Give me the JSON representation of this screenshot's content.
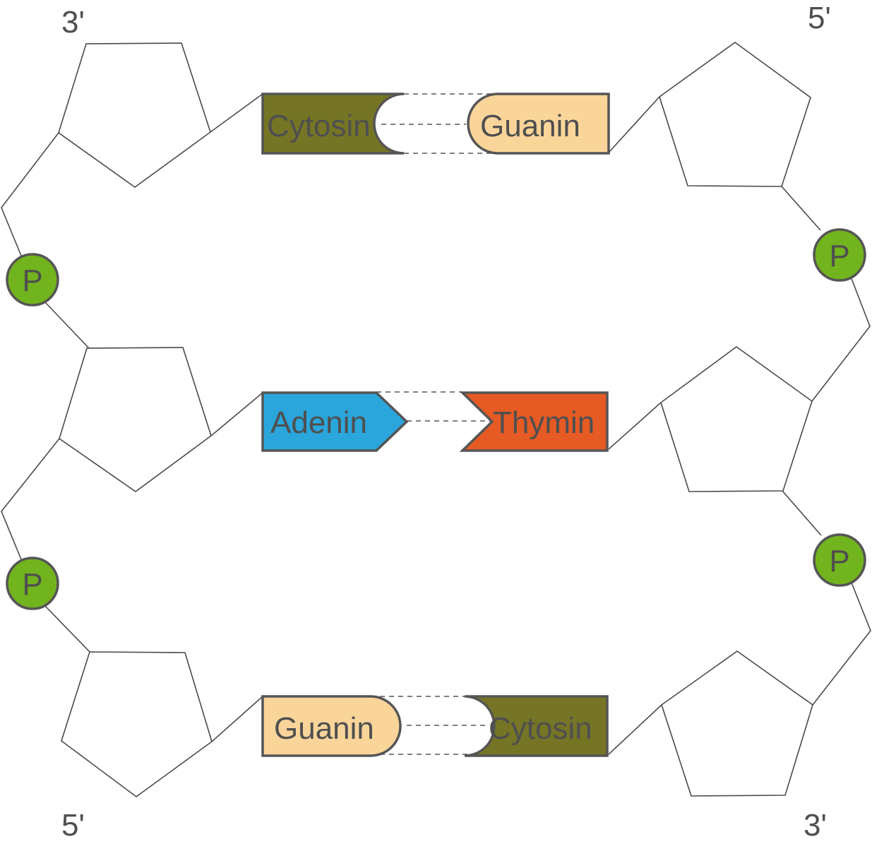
{
  "end_labels": {
    "top_left": "3'",
    "top_right": "5'",
    "bottom_left": "5'",
    "bottom_right": "3'"
  },
  "phosphate_label": "P",
  "pairs": [
    {
      "left": {
        "name": "Cytosin",
        "color": "#757525"
      },
      "right": {
        "name": "Guanin",
        "color": "#fad59a"
      }
    },
    {
      "left": {
        "name": "Adenin",
        "color": "#2aa6dc"
      },
      "right": {
        "name": "Thymin",
        "color": "#e65a24"
      }
    },
    {
      "left": {
        "name": "Guanin",
        "color": "#fad59a"
      },
      "right": {
        "name": "Cytosin",
        "color": "#757525"
      }
    }
  ],
  "colors": {
    "phosphate": "#72b41d",
    "outline": "#555555",
    "label_text": "#4f4f4f"
  }
}
